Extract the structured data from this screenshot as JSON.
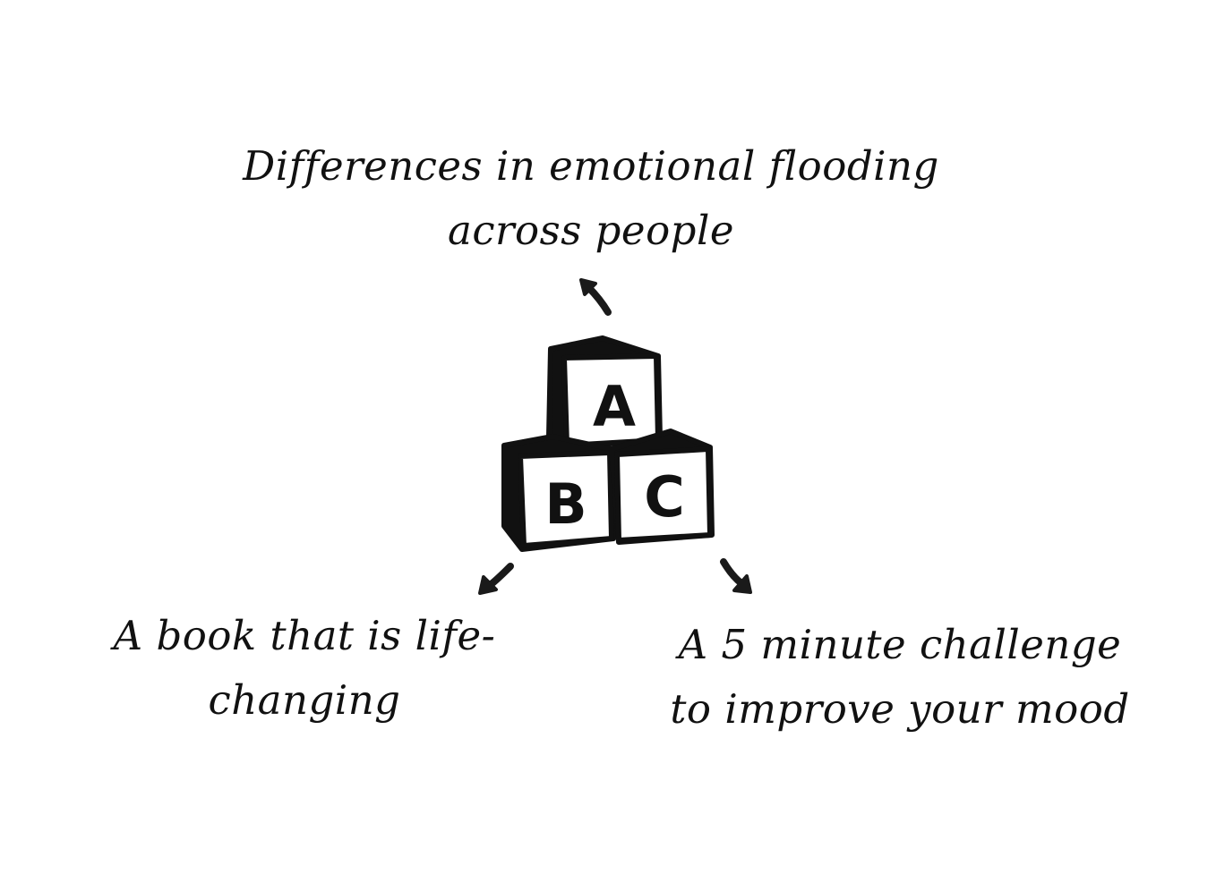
{
  "diagram": {
    "center": {
      "icon": "abc-blocks-icon",
      "blocks": {
        "top": "A",
        "bottom_left": "B",
        "bottom_right": "C"
      }
    },
    "branches": {
      "top": {
        "line1": "Differences in emotional flooding",
        "line2": "across people",
        "arrow": "arrow-up-left-icon"
      },
      "left": {
        "line1": "A book that is life-",
        "line2": "changing",
        "arrow": "arrow-down-left-icon"
      },
      "right": {
        "line1": "A 5 minute challenge",
        "line2": "to improve your mood",
        "arrow": "arrow-down-right-icon"
      }
    }
  }
}
